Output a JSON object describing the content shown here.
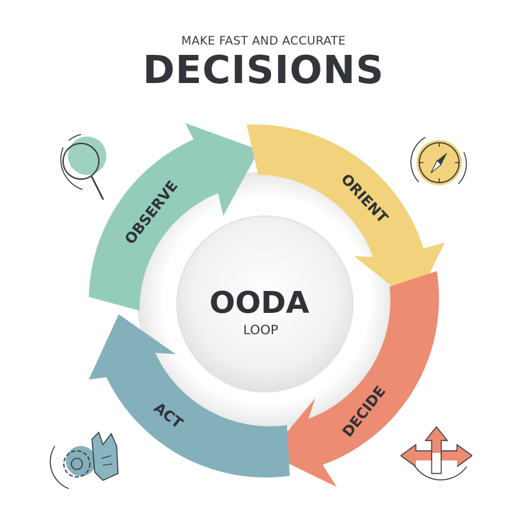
{
  "header": {
    "subtitle": "MAKE FAST AND ACCURATE",
    "title": "DECISIONS"
  },
  "center": {
    "title": "OODA",
    "subtitle": "LOOP"
  },
  "stages": [
    {
      "label": "OBSERVE",
      "color": "#94ccbb",
      "icon": "magnifier-icon"
    },
    {
      "label": "ORIENT",
      "color": "#f2d27c",
      "icon": "compass-icon"
    },
    {
      "label": "DECIDE",
      "color": "#ec8c72",
      "icon": "direction-arrows-icon"
    },
    {
      "label": "ACT",
      "color": "#84b0bc",
      "icon": "gear-fist-icon"
    }
  ],
  "colors": {
    "text_dark": "#2f3337",
    "icon_line": "#3a3d40"
  }
}
